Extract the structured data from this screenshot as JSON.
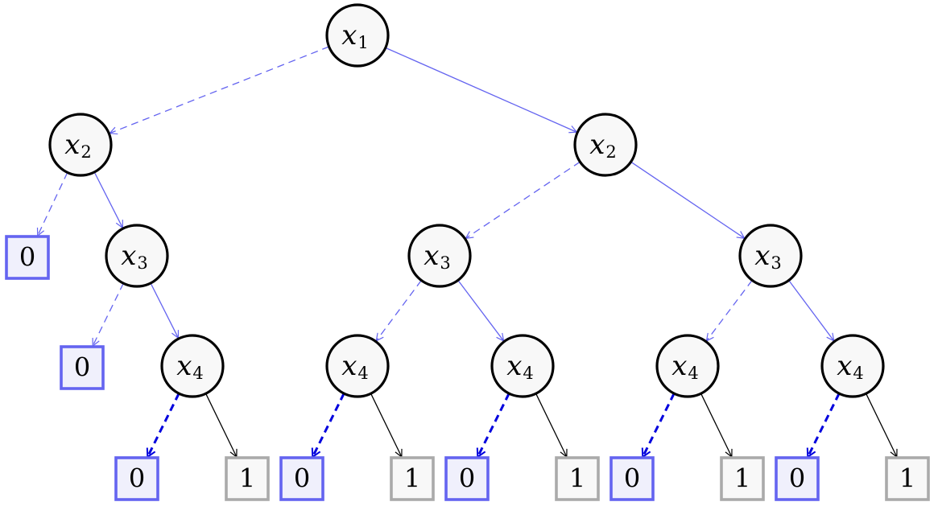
{
  "colors": {
    "node_fill": "#f8f8f8",
    "node_stroke": "#000000",
    "edge_blue": "#6464f0",
    "edge_blue_strong": "#0000dd",
    "edge_black": "#000000",
    "leaf_zero_stroke": "#6464f0",
    "leaf_zero_fill": "#f0f0fc",
    "leaf_one_stroke": "#aaaaaa",
    "leaf_one_fill": "#f8f8f8"
  },
  "nodes": [
    {
      "id": "n1",
      "var": "x",
      "sub": "1"
    },
    {
      "id": "n2a",
      "var": "x",
      "sub": "2"
    },
    {
      "id": "n2b",
      "var": "x",
      "sub": "2"
    },
    {
      "id": "n3a",
      "var": "x",
      "sub": "3"
    },
    {
      "id": "n3b",
      "var": "x",
      "sub": "3"
    },
    {
      "id": "n3c",
      "var": "x",
      "sub": "3"
    },
    {
      "id": "n4a",
      "var": "x",
      "sub": "4"
    },
    {
      "id": "n4b",
      "var": "x",
      "sub": "4"
    },
    {
      "id": "n4c",
      "var": "x",
      "sub": "4"
    },
    {
      "id": "n4d",
      "var": "x",
      "sub": "4"
    },
    {
      "id": "n4e",
      "var": "x",
      "sub": "4"
    }
  ],
  "leaves": [
    {
      "id": "l0a",
      "value": "0",
      "kind": "zero"
    },
    {
      "id": "l0b",
      "value": "0",
      "kind": "zero"
    },
    {
      "id": "l0c",
      "value": "0",
      "kind": "zero"
    },
    {
      "id": "l1a",
      "value": "1",
      "kind": "one"
    },
    {
      "id": "l0d",
      "value": "0",
      "kind": "zero"
    },
    {
      "id": "l1b",
      "value": "1",
      "kind": "one"
    },
    {
      "id": "l0e",
      "value": "0",
      "kind": "zero"
    },
    {
      "id": "l1c",
      "value": "1",
      "kind": "one"
    },
    {
      "id": "l0f",
      "value": "0",
      "kind": "zero"
    },
    {
      "id": "l1d",
      "value": "1",
      "kind": "one"
    },
    {
      "id": "l0g",
      "value": "0",
      "kind": "zero"
    },
    {
      "id": "l1e",
      "value": "1",
      "kind": "one"
    }
  ],
  "edges": [
    {
      "from": "n1",
      "to": "n2a",
      "style": "dashed-blue"
    },
    {
      "from": "n1",
      "to": "n2b",
      "style": "solid-blue"
    },
    {
      "from": "n2a",
      "to": "l0a",
      "style": "dashed-blue"
    },
    {
      "from": "n2a",
      "to": "n3a",
      "style": "solid-blue"
    },
    {
      "from": "n3a",
      "to": "l0b",
      "style": "dashed-blue"
    },
    {
      "from": "n3a",
      "to": "n4a",
      "style": "solid-blue"
    },
    {
      "from": "n2b",
      "to": "n3b",
      "style": "dashed-blue"
    },
    {
      "from": "n2b",
      "to": "n3c",
      "style": "solid-blue"
    },
    {
      "from": "n3b",
      "to": "n4b",
      "style": "dashed-blue"
    },
    {
      "from": "n3b",
      "to": "n4c",
      "style": "solid-blue"
    },
    {
      "from": "n3c",
      "to": "n4d",
      "style": "dashed-blue"
    },
    {
      "from": "n3c",
      "to": "n4e",
      "style": "solid-blue"
    },
    {
      "from": "n4a",
      "to": "l0c",
      "style": "dashed-bold"
    },
    {
      "from": "n4a",
      "to": "l1a",
      "style": "solid-black"
    },
    {
      "from": "n4b",
      "to": "l0d",
      "style": "dashed-bold"
    },
    {
      "from": "n4b",
      "to": "l1b",
      "style": "solid-black"
    },
    {
      "from": "n4c",
      "to": "l0e",
      "style": "dashed-bold"
    },
    {
      "from": "n4c",
      "to": "l1c",
      "style": "solid-black"
    },
    {
      "from": "n4d",
      "to": "l0f",
      "style": "dashed-bold"
    },
    {
      "from": "n4d",
      "to": "l1d",
      "style": "solid-black"
    },
    {
      "from": "n4e",
      "to": "l0g",
      "style": "dashed-bold"
    },
    {
      "from": "n4e",
      "to": "l1e",
      "style": "solid-black"
    }
  ]
}
